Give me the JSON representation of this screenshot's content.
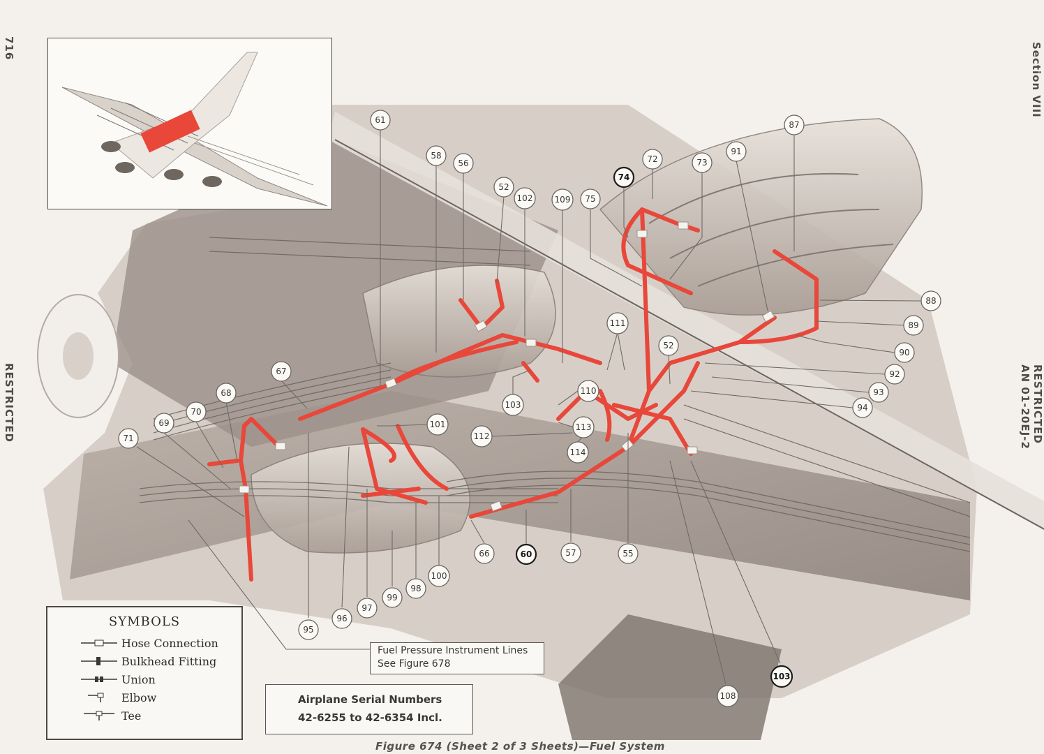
{
  "page": {
    "page_number": "716",
    "restricted_left": "RESTRICTED",
    "section": "Section VIII",
    "restricted_right": "RESTRICTED",
    "doc_number": "AN 01-20EJ-2",
    "caption": "Figure 674 (Sheet 2 of 3 Sheets)—Fuel System"
  },
  "symbols": {
    "title": "SYMBOLS",
    "items": [
      {
        "label": "Hose Connection",
        "icon": "hose-connection-icon"
      },
      {
        "label": "Bulkhead Fitting",
        "icon": "bulkhead-fitting-icon"
      },
      {
        "label": "Union",
        "icon": "union-icon"
      },
      {
        "label": "Elbow",
        "icon": "elbow-icon"
      },
      {
        "label": "Tee",
        "icon": "tee-icon"
      }
    ]
  },
  "note": {
    "line1": "Fuel Pressure Instrument Lines",
    "line2": "See Figure  678"
  },
  "serials": {
    "line1": "Airplane Serial Numbers",
    "line2": "42-6255  to  42-6354  Incl."
  },
  "callouts": [
    {
      "label": "61"
    },
    {
      "label": "58"
    },
    {
      "label": "56"
    },
    {
      "label": "52"
    },
    {
      "label": "102"
    },
    {
      "label": "109"
    },
    {
      "label": "75"
    },
    {
      "label": "74"
    },
    {
      "label": "72"
    },
    {
      "label": "73"
    },
    {
      "label": "91"
    },
    {
      "label": "87"
    },
    {
      "label": "88"
    },
    {
      "label": "89"
    },
    {
      "label": "90"
    },
    {
      "label": "52"
    },
    {
      "label": "92"
    },
    {
      "label": "93"
    },
    {
      "label": "94"
    },
    {
      "label": "111"
    },
    {
      "label": "110"
    },
    {
      "label": "103"
    },
    {
      "label": "101"
    },
    {
      "label": "112"
    },
    {
      "label": "113"
    },
    {
      "label": "114"
    },
    {
      "label": "67"
    },
    {
      "label": "68"
    },
    {
      "label": "70"
    },
    {
      "label": "69"
    },
    {
      "label": "71"
    },
    {
      "label": "66"
    },
    {
      "label": "60"
    },
    {
      "label": "57"
    },
    {
      "label": "55"
    },
    {
      "label": "100"
    },
    {
      "label": "98"
    },
    {
      "label": "99"
    },
    {
      "label": "97"
    },
    {
      "label": "96"
    },
    {
      "label": "95"
    },
    {
      "label": "108"
    },
    {
      "label": "103"
    }
  ],
  "colors": {
    "fuel_line": "#e8473a",
    "structure": "#8e827b",
    "paper": "#f4f1ec"
  }
}
